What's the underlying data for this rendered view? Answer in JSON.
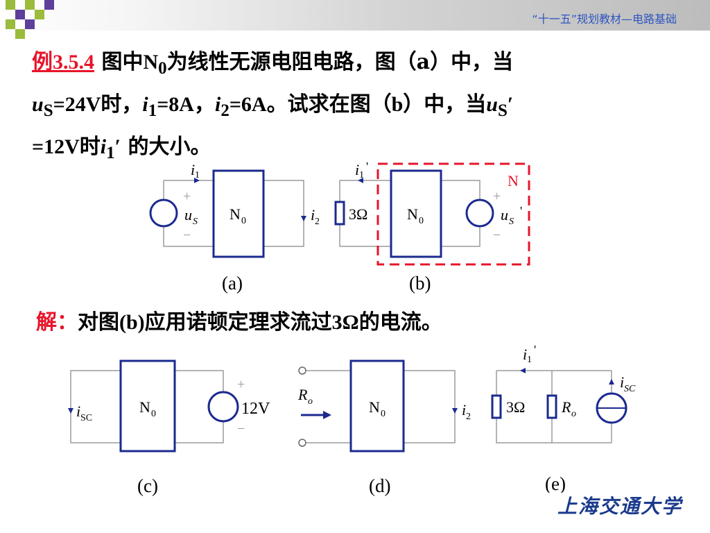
{
  "header": {
    "title": "“十一五”规划教材—电路基础"
  },
  "problem": {
    "label": "例3.5.4",
    "t1": "图中",
    "n0": "N",
    "n0_sub": "0",
    "t2": "为线性无源电阻电路，图（a）中，当",
    "us": "u",
    "us_sub": "S",
    "t3": "=24V时，",
    "i": "i",
    "i1_sub": "1",
    "t4": "=8A，",
    "i2_sub": "2",
    "t5": "=6A。试求在图（b）中，当",
    "prime": "′",
    "t6": "=12V时",
    "t7": "的大小。"
  },
  "solution": {
    "label": "解：",
    "text_a": "对图",
    "text_b": "(b)",
    "text_c": "应用诺顿定理求流过",
    "text_d": "3Ω",
    "text_e": "的电流。"
  },
  "circuits": {
    "a": {
      "caption": "(a)",
      "i1": "i",
      "i1_sub": "1",
      "plus": "+",
      "minus": "−",
      "us": "u",
      "us_sub": "S",
      "n0": "N",
      "n0_sub": "0",
      "i2": "i",
      "i2_sub": "2"
    },
    "b": {
      "caption": "(b)",
      "i1": "i",
      "i1_sub": "1",
      "prime": "'",
      "resistor": "3Ω",
      "n0": "N",
      "n0_sub": "0",
      "n_label": "N",
      "plus": "+",
      "minus": "−",
      "us": "u",
      "us_sub": "S"
    },
    "c": {
      "caption": "(c)",
      "isc": "i",
      "isc_sub": "SC",
      "n0": "N",
      "n0_sub": "0",
      "plus": "+",
      "minus": "−",
      "source": "12V"
    },
    "d": {
      "caption": "(d)",
      "ro": "R",
      "ro_sub": "o",
      "n0": "N",
      "n0_sub": "0",
      "i2": "i",
      "i2_sub": "2"
    },
    "e": {
      "caption": "(e)",
      "i1": "i",
      "i1_sub": "1",
      "prime": "'",
      "resistor": "3Ω",
      "ro": "R",
      "ro_sub": "o",
      "isc": "i",
      "isc_sub": "SC"
    }
  },
  "logo": {
    "text": "上海交通大学"
  },
  "colors": {
    "accent_red": "#e8142a",
    "header_blue": "#2f55c0",
    "line_navy": "#1b2a8f",
    "wire_gray": "#9a9a9a",
    "deco_green": "#9bbb3c",
    "deco_purple": "#5e3f9a"
  }
}
